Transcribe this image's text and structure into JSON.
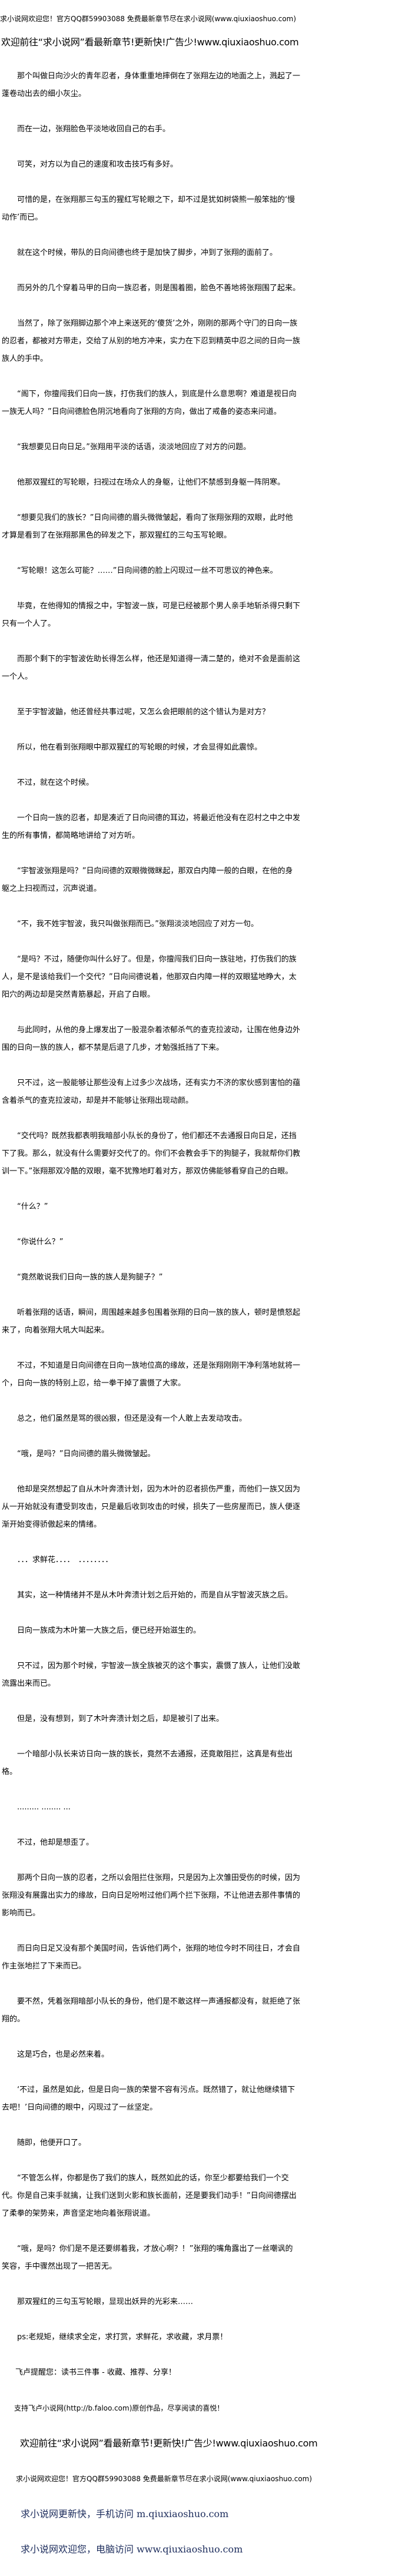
{
  "header": {
    "site_notice": "求小说网欢迎您！官方QQ群59903088 免费最新章节尽在求小说网(www.qiuxiaoshuo.com)",
    "promo": "欢迎前往“求小说网”看最新章节!更新快!广告少!www.qiuxiaoshuo.com"
  },
  "paragraphs": [
    "那个叫做日向沙火的青年忍者，身体重重地摔倒在了张翔左边的地面之上，溅起了一蓬卷动出去的细小灰尘。",
    "而在一边，张翔脸色平淡地收回自己的右手。",
    "可笑，对方以为自己的速度和攻击技巧有多好。",
    "可惜的是，在张翔那三勾玉的猩红写轮眼之下，却不过是犹如树袋熊一般笨拙的‘慢动作’而已。",
    "就在这个时候，带队的日向间德也终于是加快了脚步，冲到了张翔的面前了。",
    "而另外的几个穿着马甲的日向一族忍者，则是围着圈，脸色不善地将张翔围了起来。",
    "当然了，除了张翔脚边那个冲上来送死的‘傻货’之外，刚刚的那两个守门的日向一族的忍者，都被对方带走，交给了从别的地方冲来，实力在下忍到精英中忍之间的日向一族族人的手中。",
    "“阁下，你擅闯我们日向一族，打伤我们的族人，到底是什么意思啊？难道是视日向一族无人吗？”日向间德脸色阴沉地看向了张翔的方向，做出了戒备的姿态来问道。",
    "“我想要见日向日足。”张翔用平淡的话语，淡淡地回应了对方的问题。",
    "他那双猩红的写轮眼，扫视过在场众人的身躯，让他们不禁感到身躯一阵阴寒。",
    "“想要见我们的族长？”日向间德的眉头微微皱起，看向了张翔张翔的双眼，此时他才算是看到了在张翔那黑色的碎发之下，那双猩红的三勾玉写轮眼。",
    "“写轮眼！这怎么可能？……”日向间德的脸上闪现过一丝不可思议的神色来。",
    "毕竟，在他得知的情报之中，宇智波一族，可是已经被那个男人亲手地斩杀得只剩下只有一个人了。",
    "而那个剩下的宇智波佐助长得怎么样，他还是知道得一清二楚的，绝对不会是面前这一个人。",
    "至于宇智波鼬，他还曾经共事过呢，又怎么会把眼前的这个错认为是对方？",
    "所以，他在看到张翔眼中那双猩红的写轮眼的时候，才会显得如此震惊。",
    "不过，就在这个时候。",
    "一个日向一族的忍者，却是凑近了日向间德的耳边，将最近他没有在忍村之中之中发生的所有事情，都简略地讲给了对方听。",
    "“宇智波张翔是吗？”日向间德的双眼微微眯起，那双白内障一般的白眼，在他的身躯之上扫视而过，沉声说道。",
    "“不，我不姓宇智波，我只叫做张翔而已。”张翔淡淡地回应了对方一句。",
    "“是吗？不过，随便你叫什么好了。但是，你擅闯我们日向一族驻地，打伤我们的族人，是不是该给我们一个交代？”日向间德说着，他那双白内障一样的双眼猛地睁大，太阳穴的两边却是突然青筋暴起，开启了白眼。",
    "与此同时，从他的身上爆发出了一股混杂着浓郁杀气的查克拉波动，让围在他身边外围的日向一族的族人，都不禁是后退了几步，才勉强抵挡了下来。",
    "只不过，这一股能够让那些没有上过多少次战场，还有实力不济的家伙感到害怕的蕴含着杀气的查克拉波动，却是并不能够让张翔出现动颜。",
    "“交代吗？既然我都表明我暗部小队长的身份了，他们都还不去通报日向日足，还挡下了我。那么，就没有什么需要好交代了的。你们不会教会手下的狗腿子，我就帮你们教训一下。”张翔那双冷酷的双眼，毫不犹豫地盯着对方，那双仿佛能够看穿自己的白眼。",
    "“什么？”",
    "“你说什么？”",
    "“竟然敢说我们日向一族的族人是狗腿子？”",
    "听着张翔的话语，瞬间，周围越来越多包围着张翔的日向一族的族人，顿时是愤怒起来了，向着张翔大吼大叫起来。",
    "不过，不知道是日向间德在日向一族地位高的缘故，还是张翔刚刚干净利落地就将一个，日向一族的特别上忍，给一拳干掉了震慑了大家。",
    "总之，他们虽然是骂的很凶狠，但还是没有一个人敢上去发动攻击。",
    "“哦，是吗？”日向间德的眉头微微皱起。",
    "他却是突然想起了自从木叶奔溃计划，因为木叶的忍者损伤严重，而他们一族又因为从一开始就没有遭受到攻击，只是最后收到攻击的时候，损失了一些房屋而已，族人便逐渐开始变得骄傲起来的情绪。",
    "．．．求鲜花．．．．　．．．．．．．．",
    "其实，这一种情绪并不是从木叶奔溃计划之后开始的，而是自从宇智波灭族之后。",
    "日向一族成为木叶第一大族之后，便已经开始滋生的。",
    "只不过，因为那个时候，宇智波一族全族被灭的这个事实，震慑了族人，让他们没敢流露出来而已。",
    "但是，没有想到，到了木叶奔溃计划之后，却是被引了出来。",
    "一个暗部小队长来访日向一族的族长，竟然不去通报，还竟敢阻拦，这真是有些出格。",
    "......... ........ ...",
    "不过，他却是想歪了。",
    "那两个日向一族的忍者，之所以会阻拦住张翔，只是因为上次雏田受伤的时候，因为张翔没有展露出实力的缘故，日向日足吩咐过他们两个拦下张翔，不让他进去那件事情的影响而已。",
    "而日向日足又没有那个美国时间，告诉他们两个，张翔的地位今时不同往日，才会自作主张地拦了下来而已。",
    "要不然，凭着张翔暗部小队长的身份，他们是不敢这样一声通报都没有，就拒绝了张翔的。",
    "这是巧合，也是必然来着。",
    "‘不过，虽然是如此，但是日向一族的荣誉不容有污点。既然错了，就让他继续错下去吧！’日向间德的眼中，闪现过了一丝坚定。",
    "随即，他便开口了。",
    "“不管怎么样，你都是伤了我们的族人，既然如此的话，你至少都要给我们一个交代。你是自己束手就擒，让我们送到火影和族长面前，还是要我们动手！”日向间德摆出了柔拳的架势来，声音坚定地向着张翔说道。",
    "“哦，是吗？你们是不是还要绑着我，才放心啊？！”张翔的嘴角露出了一丝嘲讽的笑容，手中骤然出现了一把苦无。",
    "那双猩红的三勾玉写轮眼，显现出妖异的光彩来……"
  ],
  "footer": {
    "ps": "ps:老规矩，继续求全定，求打赏，求鲜花，求收藏，求月票！",
    "faloo_reminder": "飞卢提醒您：读书三件事 - 收藏、推荐、分享！",
    "faloo_support": "支持飞卢小说网(http://b.faloo.com)原创作品，尽享阅读的喜悦！",
    "promo": "欢迎前往“求小说网”看最新章节!更新快!广告少!www.qiuxiaoshuo.com",
    "site_notice": "求小说网欢迎您！官方QQ群59903088 免费最新章节尽在求小说网(www.qiuxiaoshuo.com)",
    "mobile_access": "求小说网更新快，手机访问 m.qiuxiaoshuo.com",
    "pc_access": "求小说网欢迎您，电脑访问 www.qiuxiaoshuo.com"
  },
  "colors": {
    "text": "#000000",
    "link_blue": "#1c2c5c"
  }
}
